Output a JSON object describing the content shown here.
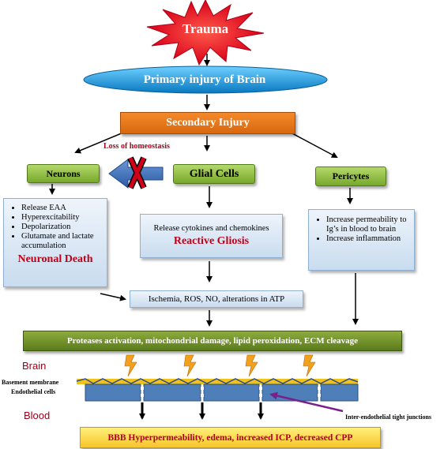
{
  "nodes": {
    "trauma": "Trauma",
    "primary_injury": "Primary injury of Brain",
    "secondary_injury": "Secondary Injury",
    "loss_of_homeostasis": "Loss of homeostasis",
    "neurons": "Neurons",
    "glial_cells": "Glial Cells",
    "pericytes": "Pericytes",
    "ischemia": "Ischemia, ROS, NO, alterations in  ATP",
    "proteases": "Proteases activation, mitochondrial damage, lipid peroxidation, ECM cleavage",
    "bbb": "BBB Hyperpermeability, edema, increased ICP, decreased CPP"
  },
  "neuron_panel": {
    "items": [
      "Release EAA",
      "Hyperexcitability",
      "Depolarization",
      "Glutamate and lactate accumulation"
    ],
    "outcome": "Neuronal Death"
  },
  "glial_panel": {
    "release": "Release cytokines and chemokines",
    "outcome": "Reactive Gliosis"
  },
  "pericyte_panel": {
    "items": [
      "Increase permeability to Ig’s in blood to brain",
      "Increase inflammation"
    ]
  },
  "barrier": {
    "brain_label": "Brain",
    "blood_label": "Blood",
    "basement_membrane_label": "Basement membrane",
    "endothelial_label": "Endothelial cells",
    "junction_label": "Inter-endothelial tight junctions"
  },
  "colors": {
    "trauma_star": "#e8102a",
    "primary_ellipse": "#0f8fd6",
    "secondary_bar": "#ee7b1e",
    "green_box": "#8cbf45",
    "endothelial": "#4f7fb8",
    "basement": "#f2c21a",
    "outcome_red": "#c00018",
    "junction_arrow": "#7a1f8c"
  }
}
